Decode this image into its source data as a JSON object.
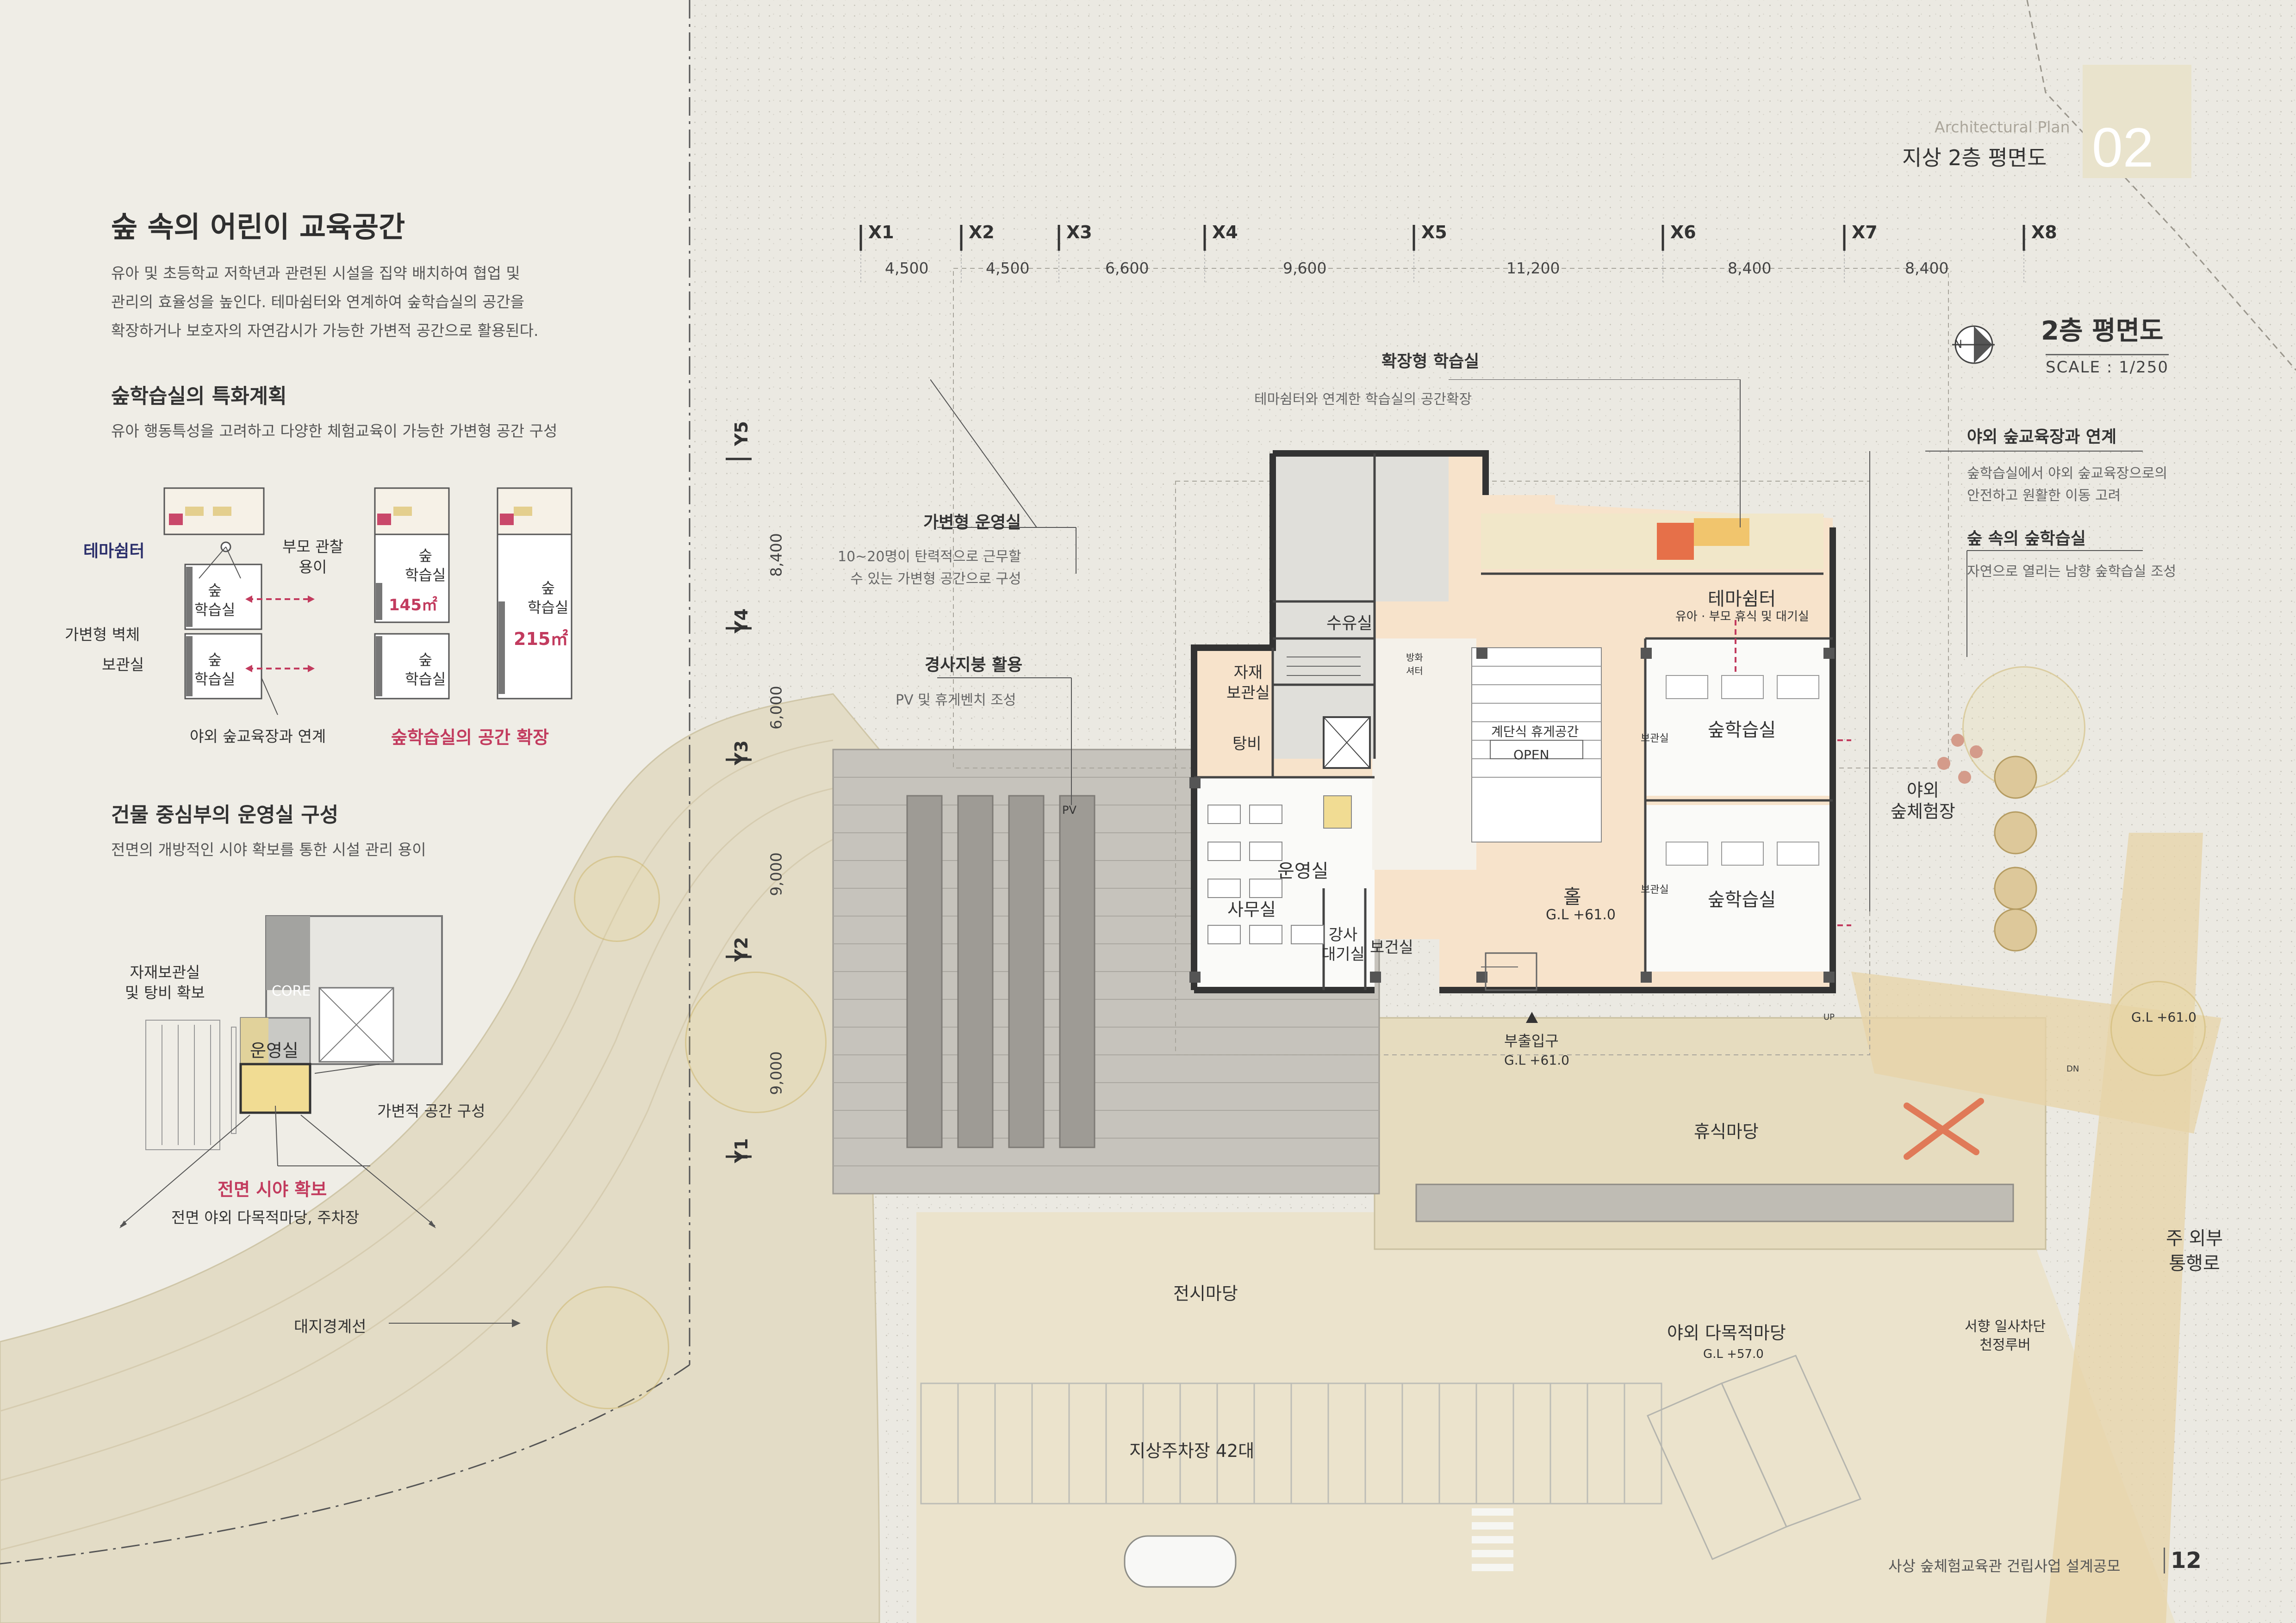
{
  "header": {
    "category_en": "Architectural Plan",
    "plan_title": "지상 2층 평면도",
    "plan_number": "02"
  },
  "left_panel": {
    "title": "숲 속의 어린이 교육공간",
    "intro_lines": [
      "유아 및 초등학교 저학년과 관련된 시설을 집약 배치하여 협업 및",
      "관리의 효율성을 높인다. 테마쉼터와 연계하여 숲학습실의 공간을",
      "확장하거나 보호자의 자연감시가 가능한 가변적 공간으로 활용된다."
    ],
    "section1": {
      "heading": "숲학습실의 특화계획",
      "sub": "유아 행동특성을 고려하고 다양한 체험교육이 가능한 가변형 공간 구성",
      "labels": {
        "theme_shelter": "테마쉼터",
        "parent_watch": "부모 관찰\n용이",
        "variable_wall": "가변형 벽체",
        "storage": "보관실",
        "outdoor_link": "야외 숲교육장과 연계",
        "expansion": "숲학습실의 공간 확장",
        "room": "숲\n학습실",
        "area1": "145㎡",
        "area2": "215㎡"
      }
    },
    "section2": {
      "heading": "건물 중심부의 운영실 구성",
      "sub": "전면의 개방적인 시야 확보를 통한 시설 관리 용이",
      "labels": {
        "storage_toilet": "자재보관실\n및 탕비 확보",
        "core": "CORE",
        "office": "운영실",
        "variable_space": "가변적 공간 구성",
        "front_view": "전면 시야 확보",
        "front_view_sub": "전면 야외 다목적마당, 주차장"
      }
    },
    "site_boundary": "대지경계선"
  },
  "plan": {
    "title": "2층 평면도",
    "scale": "SCALE : 1/250",
    "north": "N",
    "x_axes": [
      "X1",
      "X2",
      "X3",
      "X4",
      "X5",
      "X6",
      "X7",
      "X8"
    ],
    "x_dims": [
      "4,500",
      "4,500",
      "6,600",
      "9,600",
      "11,200",
      "8,400",
      "8,400"
    ],
    "y_axes": [
      "Y5",
      "Y4",
      "Y3",
      "Y2",
      "Y1"
    ],
    "y_dims": [
      "8,400",
      "6,000",
      "9,000",
      "9,000"
    ],
    "callouts": [
      {
        "title": "확장형 학습실",
        "sub": "테마쉼터와 연계한 학습실의 공간확장"
      },
      {
        "title": "가변형 운영실",
        "sub": "10~20명이 탄력적으로 근무할\n수 있는 가변형 공간으로 구성"
      },
      {
        "title": "경사지붕 활용",
        "sub": "PV 및 휴게벤치 조성"
      },
      {
        "title": "야외 숲교육장과 연계",
        "sub": "숲학습실에서 야외 숲교육장으로의\n안전하고 원활한 이동 고려"
      },
      {
        "title": "숲 속의 숲학습실",
        "sub": "자연으로 열리는 남향 숲학습실 조성"
      }
    ],
    "rooms": {
      "nursing": "수유실",
      "broadcast": "방화\n셔터",
      "storage": "자재\n보관실",
      "pantry": "탕비",
      "pv": "PV",
      "office": "운영실",
      "admin": "사무실",
      "lecturer": "강사\n대기실",
      "health": "보건실",
      "hall": "홀",
      "hall_gl": "G.L +61.0",
      "stair_lounge": "계단식 휴게공간",
      "open": "OPEN",
      "theme": "테마쉼터",
      "theme_sub": "유아 · 부모 휴식 및 대기실",
      "forest_room1": "숲학습실",
      "forest_room2": "숲학습실",
      "storage_small1": "보관실",
      "storage_small2": "보관실",
      "sub_entry": "부출입구",
      "sub_entry_gl": "G.L +61.0",
      "outdoor_exp": "야외\n숲체험장",
      "rest_yard": "휴식마당",
      "exhibit_yard": "전시마당",
      "multi_yard": "야외 다목적마당",
      "multi_gl": "G.L +57.0",
      "parking": "지상주차장 42대",
      "right_gl": "G.L +61.0",
      "main_road": "주 외부\n통행로",
      "louver": "서향 일사차단\n천정루버",
      "up": "UP",
      "dn": "DN"
    }
  },
  "footer": {
    "project": "사상 숲체험교육관 건립사업 설계공모",
    "page": "12"
  },
  "colors": {
    "accent_pink": "#c23b5e",
    "navy": "#2b2f6b",
    "floor": "#f7e3cb",
    "header_box": "#e9e3cc"
  }
}
